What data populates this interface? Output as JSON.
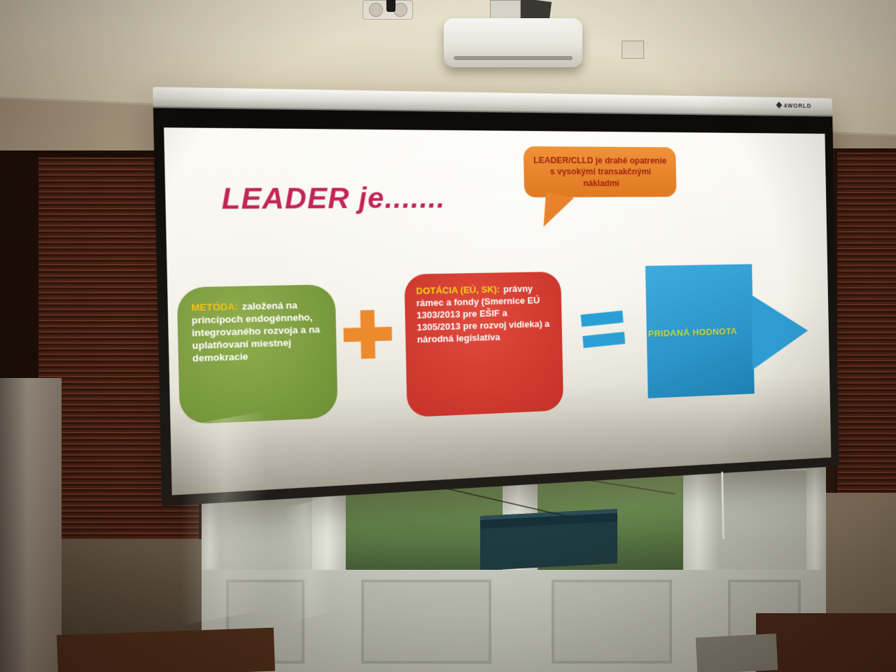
{
  "room": {
    "screen_brand": "4WORLD"
  },
  "slide": {
    "title": "LEADER je.......",
    "callout_text": "LEADER/CLLD  je drahé opatrenie s vysokými transakčnými nákladmi",
    "method_box": {
      "lead": "METÓDA:",
      "body": "založená na princípoch endogénneho, integrovaného rozvoja a na uplatňovaní miestnej demokracie"
    },
    "plus_sign": "+",
    "grant_box": {
      "lead": "DOTÁCIA (EÚ, SK):",
      "body": "právny rámec a fondy (Smernice EÚ 1303/2013 pre EŠIF a 1305/2013 pre rozvoj vidieka) a národná legislatíva"
    },
    "equals_sign": "=",
    "result_label": "PRIDANÁ HODNOTA"
  },
  "colors": {
    "title": "#c22557",
    "callout_bg": "#e8832c",
    "callout_text": "#a32310",
    "method_box_bg": "#7a9a41",
    "grant_box_bg": "#d2372e",
    "plus": "#ec8a2e",
    "equals": "#2a9fd6",
    "result_bg": "#2f9dd3",
    "lead_yellow": "#f2c21e",
    "result_label": "#c6d83e"
  }
}
